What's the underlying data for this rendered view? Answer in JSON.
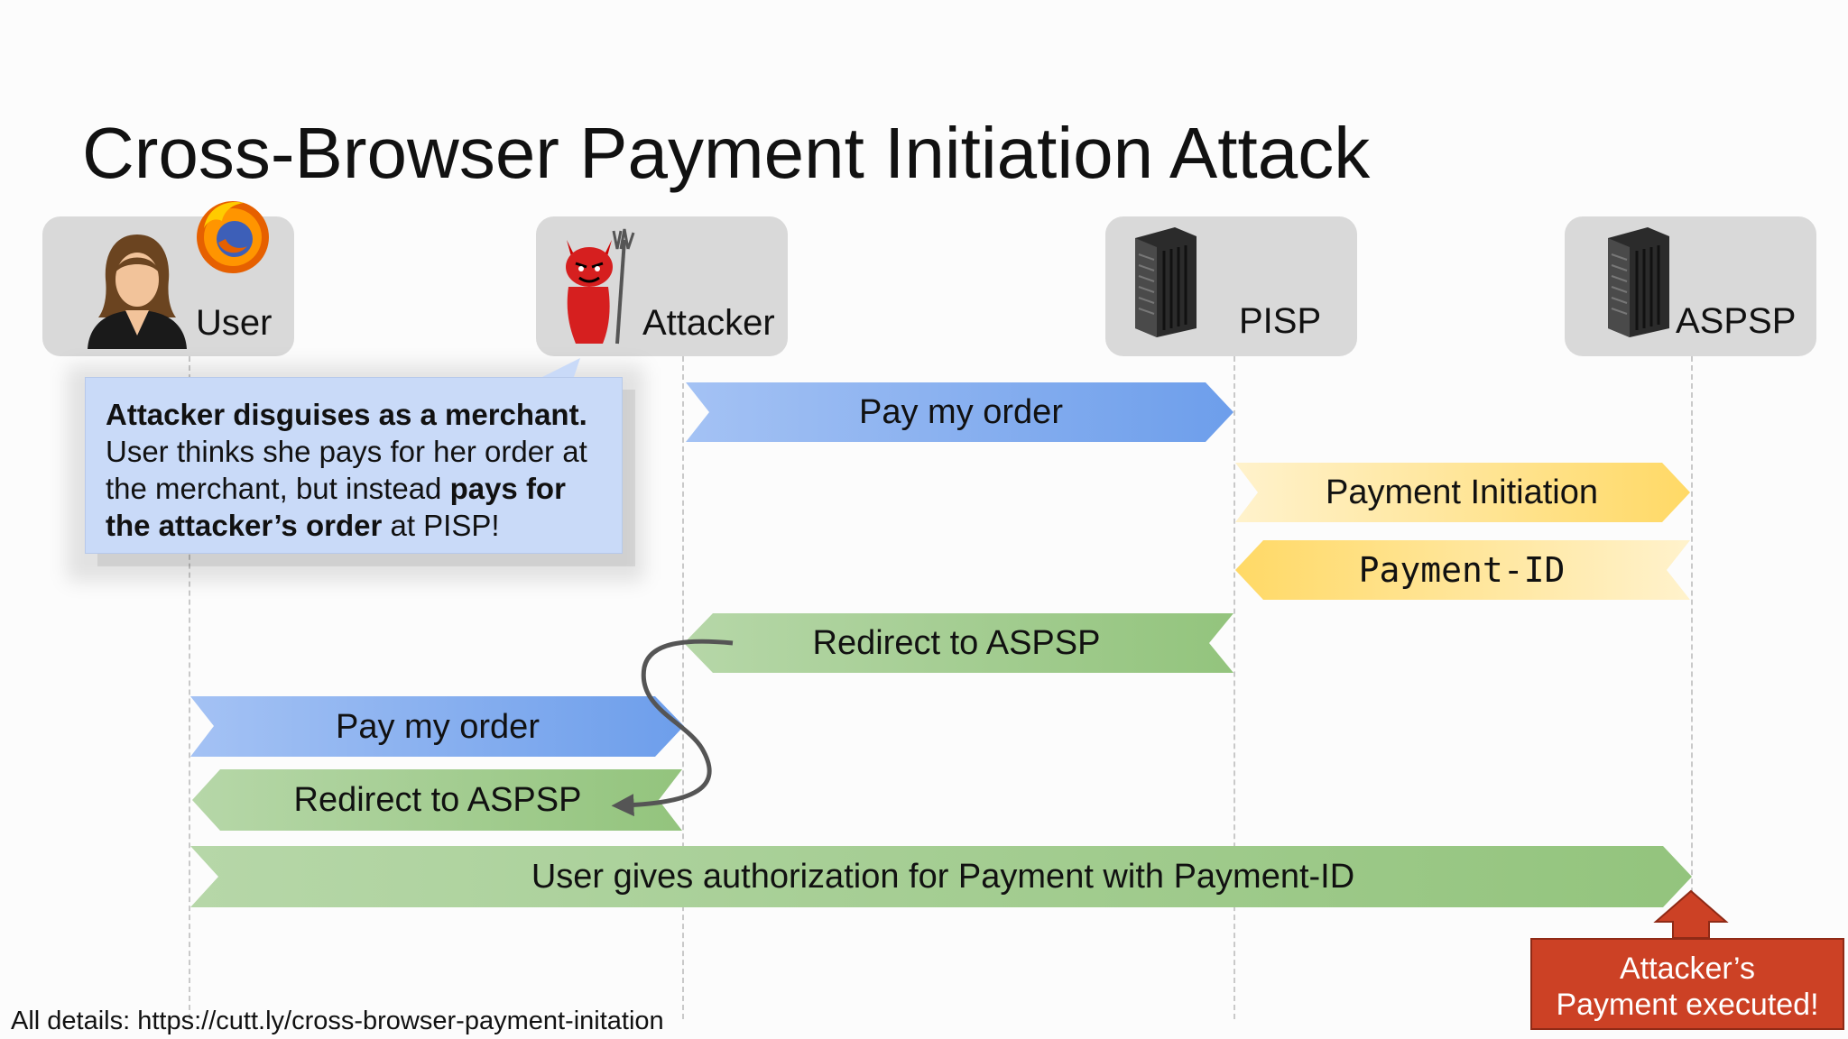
{
  "title": "Cross-Browser Payment Initiation Attack",
  "actors": [
    {
      "label": "User",
      "icon": "woman-user-icon"
    },
    {
      "label": "Attacker",
      "icon": "red-devil-icon"
    },
    {
      "label": "PISP",
      "icon": "server-icon"
    },
    {
      "label": "ASPSP",
      "icon": "server-icon"
    }
  ],
  "browser_icon": "firefox-icon",
  "note": {
    "bold_1": "Attacker disguises as a merchant.",
    "text_1": " User thinks she pays for her order at the merchant, but instead ",
    "bold_2": "pays for the attacker’s order",
    "text_2": " at PISP!"
  },
  "messages": [
    {
      "label": "Pay my order",
      "from": "Attacker",
      "to": "PISP",
      "color": "blue"
    },
    {
      "label": "Payment Initiation",
      "from": "PISP",
      "to": "ASPSP",
      "color": "yellow"
    },
    {
      "label": "Payment-ID",
      "from": "ASPSP",
      "to": "PISP",
      "color": "yellow"
    },
    {
      "label": "Redirect to ASPSP",
      "from": "PISP",
      "to": "Attacker",
      "color": "green"
    },
    {
      "label": "Pay my order",
      "from": "User",
      "to": "Attacker",
      "color": "blue"
    },
    {
      "label": "Redirect to ASPSP",
      "from": "Attacker",
      "to": "User",
      "color": "green"
    },
    {
      "label": "User gives authorization for Payment with Payment-ID",
      "from": "User",
      "to": "ASPSP",
      "color": "green"
    }
  ],
  "result_box": {
    "line1": "Attacker’s",
    "line2": "Payment executed!"
  },
  "footer": "All details: https://cutt.ly/cross-browser-payment-initation",
  "colors": {
    "blue_light": "#a4c2f4",
    "blue_dark": "#6d9eeb",
    "yellow_light": "#ffe599",
    "yellow_dark": "#ffd966",
    "green_light": "#b6d7a8",
    "green_dark": "#93c47d",
    "result_red": "#cc4125"
  }
}
